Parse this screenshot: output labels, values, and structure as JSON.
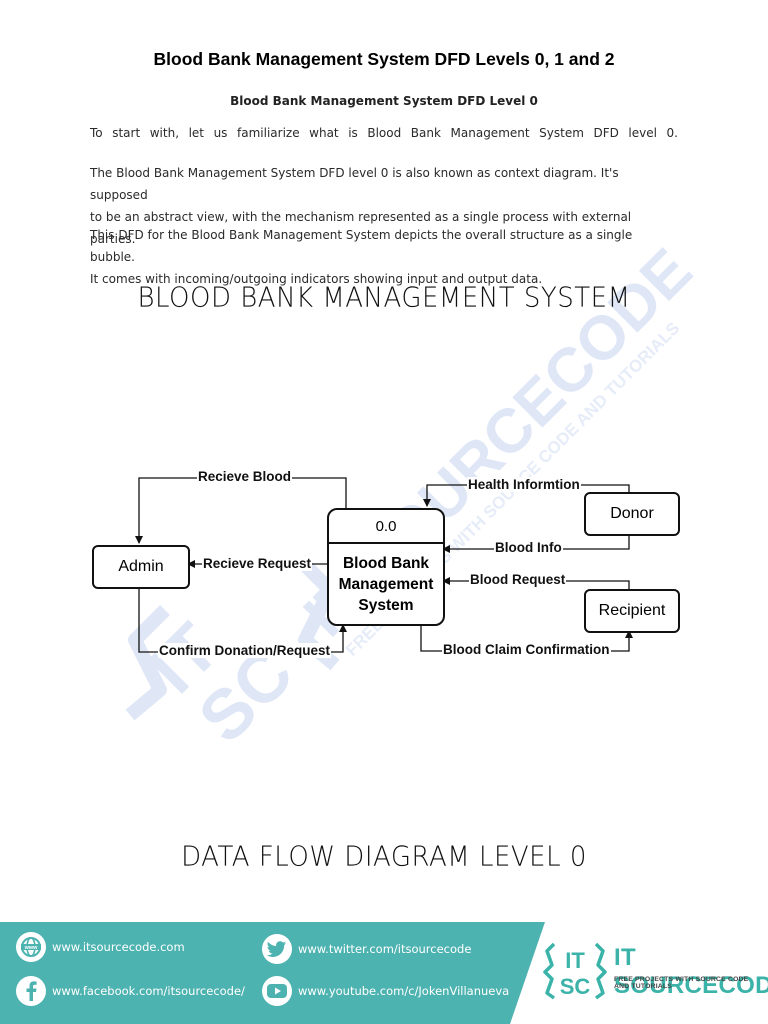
{
  "document": {
    "title": "Blood Bank Management System DFD Levels 0, 1 and 2",
    "section_title": "Blood Bank Management System DFD Level 0",
    "paragraphs": [
      [
        "To start with, let us familiarize what is Blood Bank Management System DFD level 0."
      ],
      [
        "The Blood Bank Management System DFD level 0 is also known as context diagram. It's supposed",
        "to be an abstract view, with the mechanism represented as a single process with external parties."
      ],
      [
        "This DFD for the Blood Bank Management System depicts the overall structure as a single bubble.",
        "It comes with incoming/outgoing indicators showing input and output data."
      ]
    ]
  },
  "diagram": {
    "heading": "BLOOD BANK MANAGEMENT SYSTEM",
    "caption": "DATA FLOW DIAGRAM LEVEL 0",
    "process": {
      "id": "0.0",
      "name": "Blood Bank\nManagement\nSystem"
    },
    "entities": {
      "admin": "Admin",
      "donor": "Donor",
      "recipient": "Recipient"
    },
    "flows": {
      "recieve_blood": "Recieve Blood",
      "recieve_request": "Recieve Request",
      "confirm_donation": "Confirm Donation/Request",
      "health_information": "Health Informtion",
      "blood_info": "Blood Info",
      "blood_request": "Blood Request",
      "blood_claim": "Blood Claim Confirmation"
    }
  },
  "footer": {
    "website": "www.itsourcecode.com",
    "facebook": "www.facebook.com/itsourcecode/",
    "twitter": "www.twitter.com/itsourcecode",
    "youtube": "www.youtube.com/c/JokenVillanueva",
    "brand_name": "IT SOURCECODE",
    "brand_tagline": "FREE PROJECTS WITH SOURCE CODE AND TUTORIALS",
    "logo_text": "IT SC",
    "watermark_title": "IT SOURCECODE",
    "watermark_tagline": "FREE PROJECTS WITH SOURCE CODE AND TUTORIALS"
  },
  "colors": {
    "teal": "#4db3b0",
    "teal_dark": "#3a9e9a",
    "watermark": "#dfe7f7"
  },
  "icons": [
    "globe-icon",
    "facebook-icon",
    "twitter-icon",
    "youtube-icon"
  ]
}
